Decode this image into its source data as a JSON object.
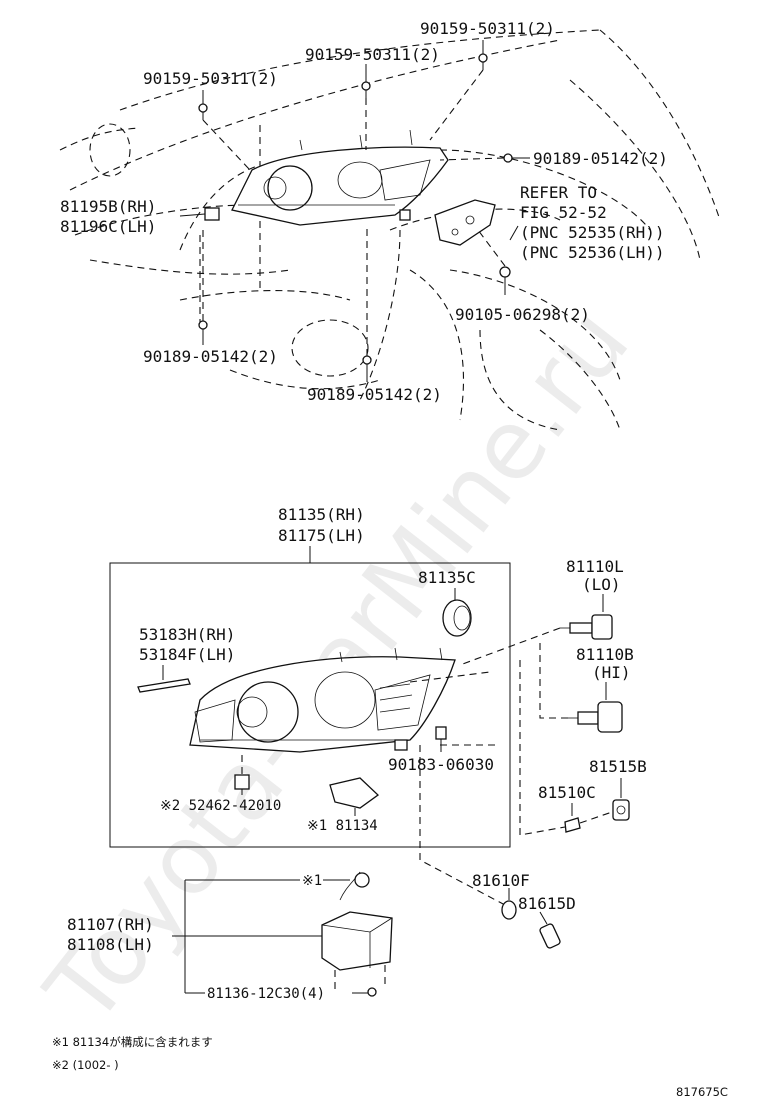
{
  "watermark": "Toyota-CarMine.ru",
  "upper": {
    "callouts": [
      {
        "id": "bolt_top_right",
        "text": "90159-50311(2)"
      },
      {
        "id": "bolt_top_mid",
        "text": "90159-50311(2)"
      },
      {
        "id": "bolt_top_left",
        "text": "90159-50311(2)"
      },
      {
        "id": "screw_right",
        "text": "90189-05142(2)"
      },
      {
        "id": "marker_rh",
        "text": "81195B(RH)"
      },
      {
        "id": "marker_lh",
        "text": "81196C(LH)"
      },
      {
        "id": "refer_1",
        "text": "REFER TO"
      },
      {
        "id": "refer_2",
        "text": "FIG 52-52"
      },
      {
        "id": "refer_3",
        "text": "(PNC 52535(RH))"
      },
      {
        "id": "refer_4",
        "text": "(PNC 52536(LH))"
      },
      {
        "id": "nut_right",
        "text": "90105-06298(2)"
      },
      {
        "id": "screw_bottom_left",
        "text": "90189-05142(2)"
      },
      {
        "id": "screw_bottom_mid",
        "text": "90189-05142(2)"
      }
    ]
  },
  "lower": {
    "assembly_rh": "81135(RH)",
    "assembly_lh": "81175(LH)",
    "callouts": [
      {
        "id": "cap",
        "text": "81135C"
      },
      {
        "id": "gasket_rh",
        "text": "53183H(RH)"
      },
      {
        "id": "gasket_lh",
        "text": "53184F(LH)"
      },
      {
        "id": "bulb_lo",
        "text": "81110L"
      },
      {
        "id": "bulb_lo_sub",
        "text": "(LO)"
      },
      {
        "id": "bulb_hi",
        "text": "81110B"
      },
      {
        "id": "bulb_hi_sub",
        "text": "(HI)"
      },
      {
        "id": "clip",
        "text": "90183-06030"
      },
      {
        "id": "socket",
        "text": "81515B"
      },
      {
        "id": "side_lens",
        "text": "81510C"
      },
      {
        "id": "cushion",
        "text": "※2 52462-42010"
      },
      {
        "id": "cover",
        "text": "※1 81134"
      },
      {
        "id": "lens",
        "text": "81610F"
      },
      {
        "id": "bulb_small",
        "text": "81615D"
      },
      {
        "id": "ballast_ref",
        "text": "※1"
      },
      {
        "id": "ballast_rh",
        "text": "81107(RH)"
      },
      {
        "id": "ballast_lh",
        "text": "81108(LH)"
      },
      {
        "id": "ballast_screw",
        "text": "81136-12C30(4)"
      }
    ]
  },
  "footnotes": {
    "note1": "※1 81134が構成に含まれます",
    "note2": "※2 (1002-        )",
    "figure_id": "817675C"
  }
}
